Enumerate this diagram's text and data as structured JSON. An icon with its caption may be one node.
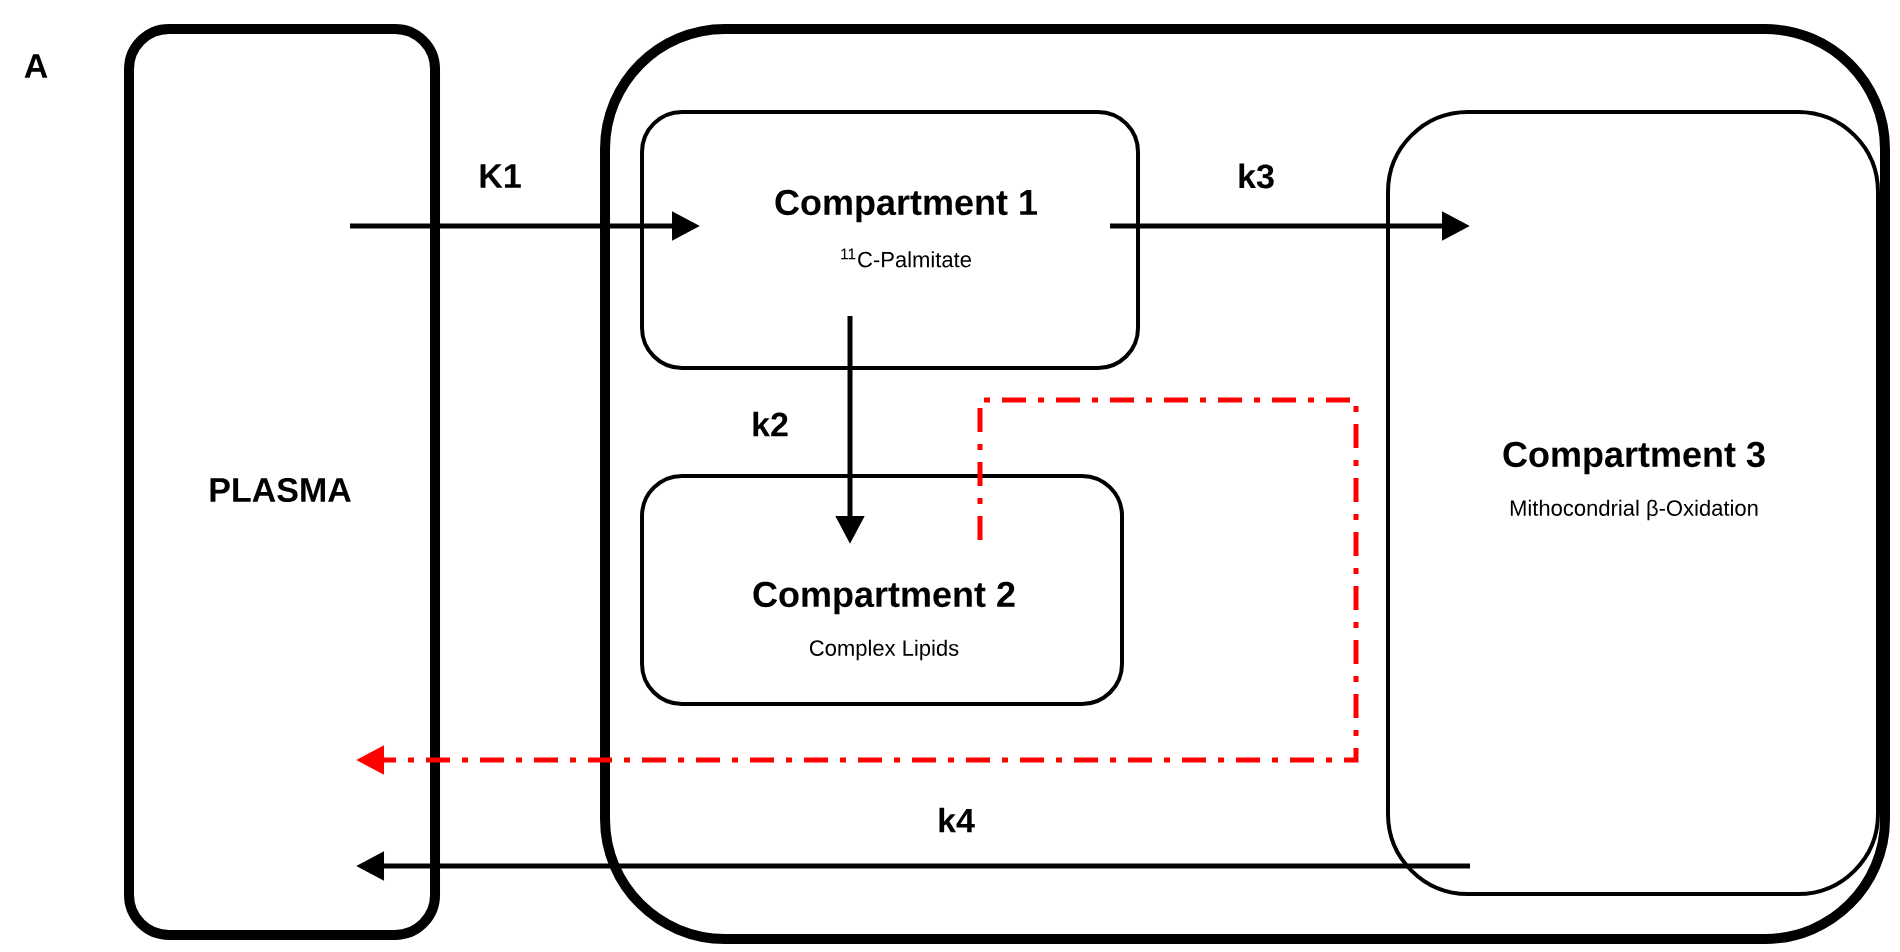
{
  "diagram": {
    "nodes": [
      {
        "text": [
          "PLASMA"
        ]
      },
      {
        "text": [],
        "shape": "box"
      },
      {
        "text": [
          "Compartment 1",
          "$^{11}$C-Palmitate"
        ],
        "in": 1
      },
      {
        "text": [
          "Compartment 2",
          "Complex Lipids"
        ],
        "in": 1
      },
      {
        "text": [
          "Compartment 3",
          "Mithocondrial β-Oxidation"
        ],
        "in": 1
      }
    ],
    "edges": [
      {
        "from": 0,
        "to": 2,
        "arrow": "to",
        "label": "K1"
      },
      {
        "from": 2,
        "to": 4,
        "arrow": "to",
        "label": "k3"
      },
      {
        "from": 2,
        "to": 3,
        "arrow": "to",
        "label": "k2"
      },
      {
        "from": 3,
        "to": 0,
        "arrow": "to",
        "style": "dashed",
        "color": "#ff0000"
      },
      {
        "from": 4,
        "to": 0,
        "arrow": "to",
        "label": "k4"
      }
    ],
    "labels": [
      "A"
    ]
  }
}
